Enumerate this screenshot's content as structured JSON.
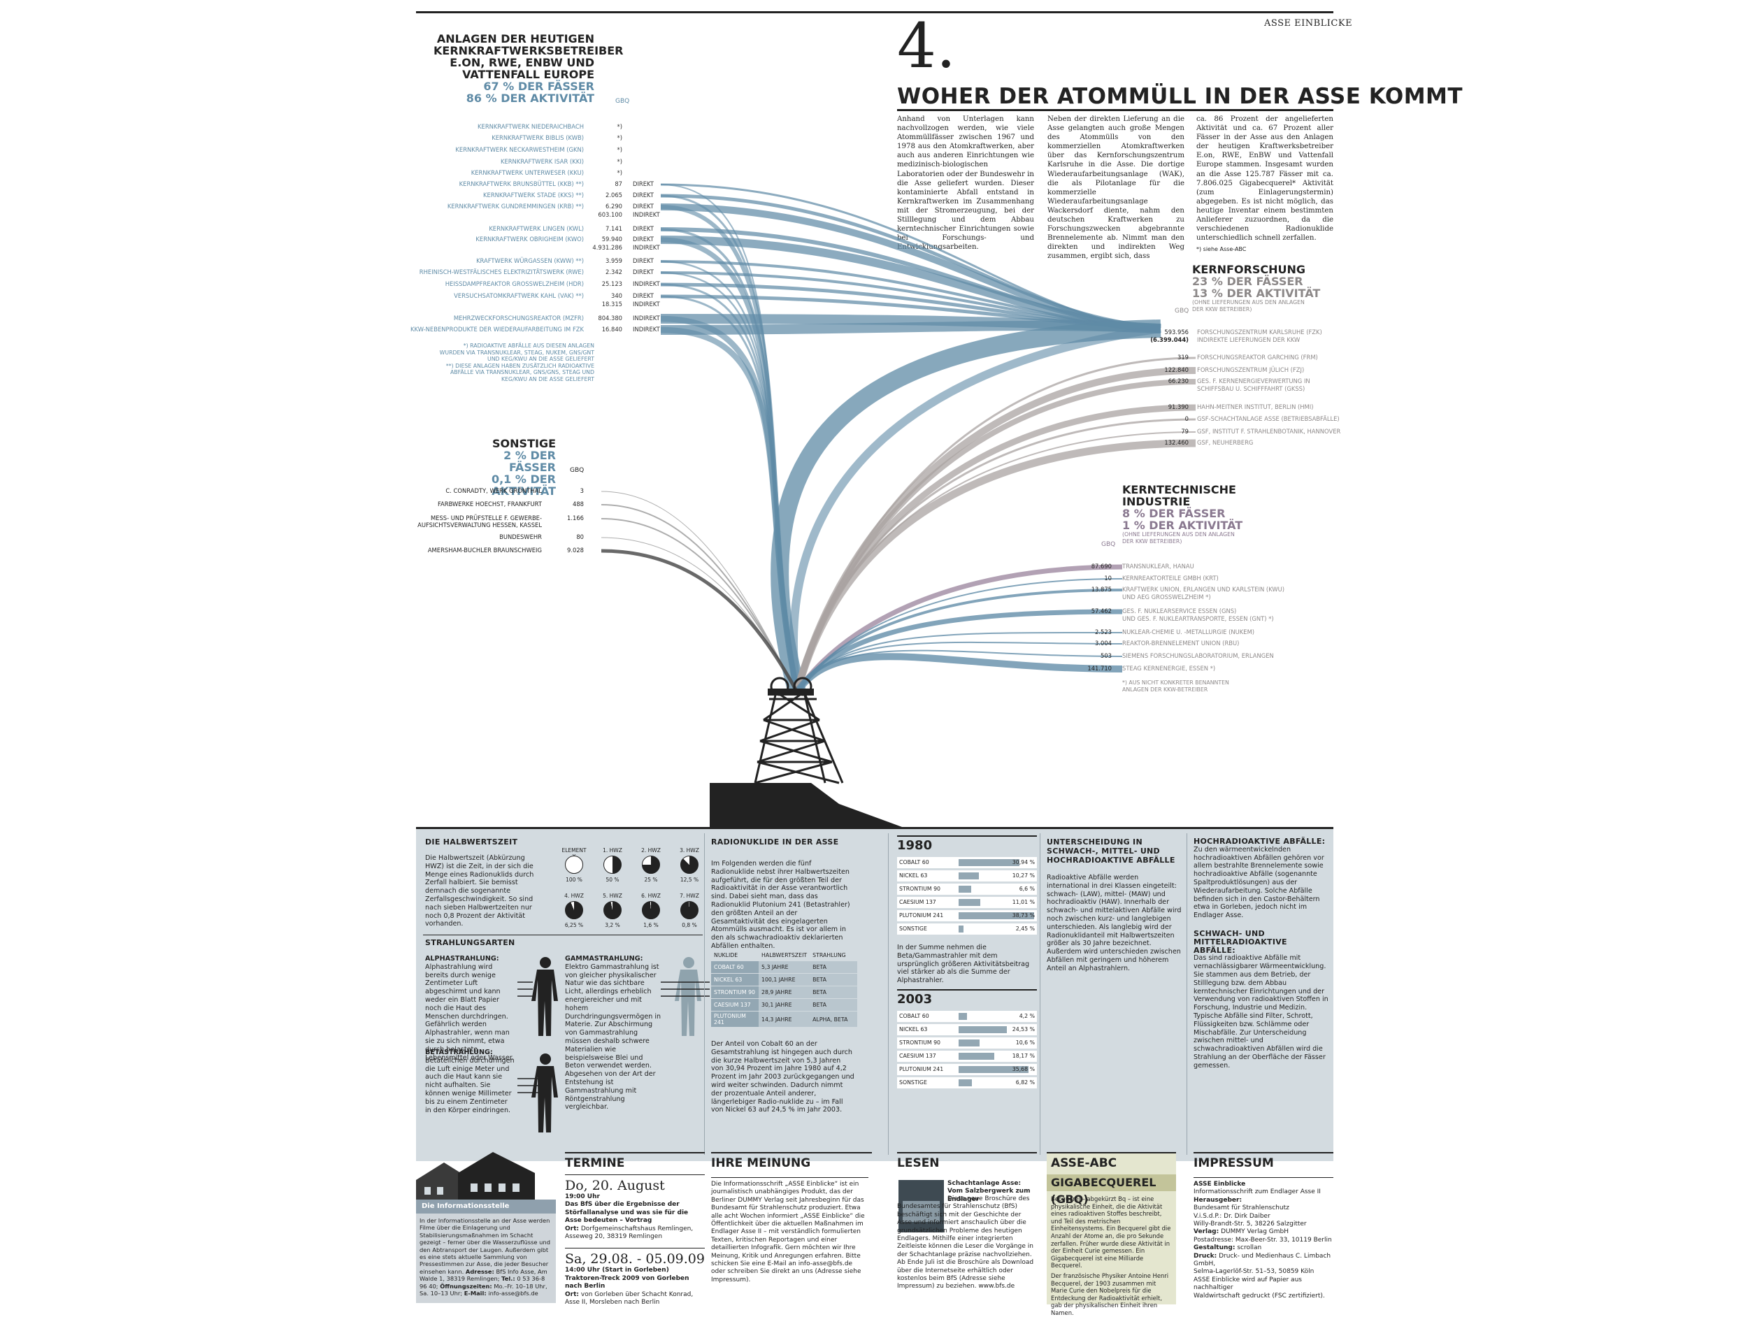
{
  "header": {
    "tag": "ASSE EINBLICKE",
    "number": "4.",
    "title": "WOHER DER ATOMMÜLL IN DER ASSE KOMMT"
  },
  "intro": {
    "col1": "Anhand von Unterlagen kann nachvollzogen werden, wie viele Atommüllfässer zwischen 1967 und 1978 aus den Atomkraftwerken, aber auch aus anderen Einrichtungen wie medizinisch-biologischen Laboratorien oder der Bundeswehr in die Asse geliefert wurden. Dieser kontaminierte Abfall entstand in Kernkraftwerken im Zusammenhang mit der Stromerzeugung, bei der Stilllegung und dem Abbau kerntechnischer Einrichtungen sowie bei Forschungs- und Entwicklungsarbeiten.",
    "col2": "Neben der direkten Lieferung an die Asse gelangten auch große Mengen des Atommülls von den kommerziellen Atomkraftwerken über das Kernforschungszentrum Karlsruhe in die Asse. Die dortige Wiederaufarbeitungsanlage (WAK), die als Pilotanlage für die kommerzielle Wiederaufarbeitungsanlage Wackersdorf diente, nahm den deutschen Kraftwerken zu Forschungszwecken abgebrannte Brennelemente ab. Nimmt man den direkten und indirekten Weg zusammen, ergibt sich, dass",
    "col3": "ca. 86 Prozent der angelieferten Aktivität und ca. 67 Prozent aller Fässer in der Asse aus den Anlagen der heutigen Kraftwerksbetreiber E.on, RWE, EnBW und Vattenfall Europe stammen. Insgesamt wurden an die Asse 125.787 Fässer mit ca. 7.806.025 Gigabecquerel* Aktivität (zum Einlagerungstermin) abgegeben. Es ist nicht möglich, das heutige Inventar einem bestimmten Anlieferer zuzuordnen, da die verschiedenen Radionuklide unterschiedlich schnell zerfallen.",
    "footnote": "*) siehe Asse-ABC"
  },
  "left_group": {
    "title_lines": [
      "ANLAGEN DER HEUTIGEN",
      "KERNKRAFTWERKSBETREIBER",
      "E.ON, RWE, ENBW UND",
      "VATTENFALL EUROPE"
    ],
    "stat1": "67 % DER FÄSSER",
    "stat2": "86 % DER AKTIVITÄT",
    "unit": "GBQ",
    "plants": [
      {
        "name": "KERNKRAFTWERK NIEDERAICHBACH",
        "value": "*)",
        "type": ""
      },
      {
        "name": "KERNKRAFTWERK BIBLIS (KWB)",
        "value": "*)",
        "type": ""
      },
      {
        "name": "KERNKRAFTWERK NECKARWESTHEIM (GKN)",
        "value": "*)",
        "type": ""
      },
      {
        "name": "KERNKRAFTWERK ISAR (KKI)",
        "value": "*)",
        "type": ""
      },
      {
        "name": "KERNKRAFTWERK UNTERWESER (KKU)",
        "value": "*)",
        "type": ""
      },
      {
        "name": "KERNKRAFTWERK BRUNSBÜTTEL (KKB) **)",
        "value": "87",
        "type": "DIREKT"
      },
      {
        "name": "KERNKRAFTWERK STADE (KKS) **)",
        "value": "2.065",
        "type": "DIREKT"
      },
      {
        "name": "KERNKRAFTWERK GUNDREMMINGEN (KRB) **)",
        "value": "6.290",
        "type": "DIREKT",
        "value2": "603.100",
        "type2": "INDIREKT"
      },
      {
        "name": "KERNKRAFTWERK LINGEN (KWL)",
        "value": "7.141",
        "type": "DIREKT"
      },
      {
        "name": "KERNKRAFTWERK OBRIGHEIM (KWO)",
        "value": "59.940",
        "type": "DIREKT",
        "value2": "4.931.286",
        "type2": "INDIREKT"
      },
      {
        "name": "KRAFTWERK WÜRGASSEN (KWW) **)",
        "value": "3.959",
        "type": "DIREKT"
      },
      {
        "name": "RHEINISCH-WESTFÄLISCHES ELEKTRIZITÄTSWERK (RWE)",
        "value": "2.342",
        "type": "DIREKT"
      },
      {
        "name": "HEISSDAMPFREAKTOR GROSSWELZHEIM (HDR)",
        "value": "25.123",
        "type": "INDIREKT"
      },
      {
        "name": "VERSUCHSATOMKRAFTWERK KAHL (VAK) **)",
        "value": "340",
        "type": "DIREKT",
        "value2": "18.315",
        "type2": "INDIREKT"
      },
      {
        "name": "MEHRZWECKFORSCHUNGSREAKTOR (MZFR)",
        "value": "804.380",
        "type": "INDIREKT"
      },
      {
        "name": "KKW-NEBENPRODUKTE DER WIEDERAUFARBEITUNG IM FZK",
        "value": "16.840",
        "type": "INDIREKT"
      }
    ],
    "note1": "*) RADIOAKTIVE ABFÄLLE AUS DIESEN ANLAGEN WURDEN VIA TRANSNUKLEAR, STEAG, NUKEM, GNS/GNT UND KEG/KWU AN DIE ASSE GELIEFERT",
    "note2": "**) DIESE ANLAGEN HABEN ZUSÄTZLICH RADIOAKTIVE ABFÄLLE VIA TRANSNUKLEAR, GNS/GNS, STEAG UND KEG/KWU AN DIE ASSE GELIEFERT"
  },
  "sonstige": {
    "title": "SONSTIGE",
    "stat1": "2 % DER FÄSSER",
    "stat2": "0,1 % DER AKTIVITÄT",
    "unit": "GBQ",
    "rows": [
      {
        "name": "C. CONRADTY, WERK GRÖNTHAL",
        "value": "3"
      },
      {
        "name": "FARBWERKE HOECHST, FRANKFURT",
        "value": "488"
      },
      {
        "name": "MESS- UND PRÜFSTELLE F. GEWERBE-",
        "name2": "AUFSICHTSVERWALTUNG HESSEN, KASSEL",
        "value": "1.166"
      },
      {
        "name": "BUNDESWEHR",
        "value": "80"
      },
      {
        "name": "AMERSHAM-BUCHLER BRAUNSCHWEIG",
        "value": "9.028"
      }
    ]
  },
  "kernforschung": {
    "title": "KERNFORSCHUNG",
    "stat1": "23 % DER FÄSSER",
    "stat2": "13 % DER AKTIVITÄT",
    "sub": "(OHNE LIEFERUNGEN AUS DEN ANLAGEN DER KKW BETREIBER)",
    "unit": "GBQ",
    "rows": [
      {
        "value": "593.956",
        "value2": "(6.399.044)",
        "name": "FORSCHUNGSZENTRUM KARLSRUHE (FZK)",
        "name2": "INDIREKTE LIEFERUNGEN DER KKW"
      },
      {
        "value": "319",
        "name": "FORSCHUNGSREAKTOR GARCHING (FRM)"
      },
      {
        "value": "122.840",
        "name": "FORSCHUNGSZENTRUM JÜLICH (FZJ)"
      },
      {
        "value": "66.230",
        "name": "GES. F. KERNENERGIEVERWERTUNG IN",
        "name2": "SCHIFFSBAU U. SCHIFFFAHRT (GKSS)"
      },
      {
        "value": "91.390",
        "name": "HAHN-MEITNER INSTITUT, BERLIN (HMI)"
      },
      {
        "value": "0",
        "name": "GSF-SCHACHTANLAGE ASSE (BETRIEBSABFÄLLE)"
      },
      {
        "value": "79",
        "name": "GSF, INSTITUT F. STRAHLENBOTANIK, HANNOVER"
      },
      {
        "value": "132.460",
        "name": "GSF, NEUHERBERG"
      }
    ]
  },
  "industrie": {
    "title1": "KERNTECHNISCHE",
    "title2": "INDUSTRIE",
    "stat1": "8 % DER FÄSSER",
    "stat2": "1 % DER AKTIVITÄT",
    "sub": "(OHNE LIEFERUNGEN AUS DEN ANLAGEN DER KKW BETREIBER)",
    "unit": "GBQ",
    "rows": [
      {
        "value": "87.690",
        "name": "TRANSNUKLEAR, HANAU"
      },
      {
        "value": "10",
        "name": "KERNREAKTORTEILE GMBH (KRT)"
      },
      {
        "value": "13.875",
        "name": "KRAFTWERK UNION, ERLANGEN UND KARLSTEIN (KWU)",
        "name2": "UND AEG GROSSWELZHEIM *)"
      },
      {
        "value": "57.462",
        "name": "GES. F. NUKLEARSERVICE ESSEN (GNS)",
        "name2": "UND GES. F. NUKLEARTRANSPORTE, ESSEN (GNT) *)"
      },
      {
        "value": "2.523",
        "name": "NUKLEAR-CHEMIE U. -METALLURGIE (NUKEM)"
      },
      {
        "value": "3.004",
        "name": "REAKTOR-BRENNELEMENT UNION (RBU)"
      },
      {
        "value": "503",
        "name": "SIEMENS FORSCHUNGSLABORATORIUM, ERLANGEN"
      },
      {
        "value": "141.710",
        "name": "STEAG KERNENERGIE, ESSEN *)"
      }
    ],
    "note": "*) AUS NICHT KONKRETER BENANNTEN ANLAGEN DER KKW-BETREIBER"
  },
  "halbwertszeit": {
    "title": "DIE HALBWERTSZEIT",
    "text": "Die Halbwertszeit (Abkürzung HWZ) ist die Zeit, in der sich die Menge eines Radionuklids durch Zerfall halbiert. Sie bemisst demnach die sogenannte Zerfallsgeschwindigkeit. So sind nach sieben Halbwertzeiten nur noch 0,8 Prozent der Aktivität vorhanden.",
    "pies": [
      {
        "label": "ELEMENT X",
        "pct": "100 %",
        "frac": 1.0
      },
      {
        "label": "1. HWZ",
        "pct": "50 %",
        "frac": 0.5
      },
      {
        "label": "2. HWZ",
        "pct": "25 %",
        "frac": 0.25
      },
      {
        "label": "3. HWZ",
        "pct": "12,5 %",
        "frac": 0.125
      },
      {
        "label": "4. HWZ",
        "pct": "6,25 %",
        "frac": 0.0625
      },
      {
        "label": "5. HWZ",
        "pct": "3,2 %",
        "frac": 0.032
      },
      {
        "label": "6. HWZ",
        "pct": "1,6 %",
        "frac": 0.016
      },
      {
        "label": "7. HWZ",
        "pct": "0,8 %",
        "frac": 0.008
      }
    ]
  },
  "strahlung": {
    "title": "STRAHLUNGSARTEN",
    "alpha_title": "ALPHASTRAHLUNG:",
    "alpha_text": "Alphastrahlung wird bereits durch wenige Zentimeter Luft abgeschirmt und kann weder ein Blatt Papier noch die Haut des Menschen durchdringen. Gefährlich werden Alphastrahler, wenn man sie zu sich nimmt, etwa durch belastete Lebensmittel oder Wasser.",
    "beta_title": "BETASTRAHLUNG:",
    "beta_text": "Betateilchen durchdringen die Luft einige Meter und auch die Haut kann sie nicht aufhalten. Sie können wenige Millimeter bis zu einem Zentimeter in den Körper eindringen.",
    "gamma_title": "GAMMASTRAHLUNG:",
    "gamma_text": "Elektro Gammastrahlung ist von gleicher physikalischer Natur wie das sichtbare Licht, allerdings erheblich energiereicher und mit hohem Durchdringungsvermögen in Materie. Zur Abschirmung von Gammastrahlung müssen deshalb schwere Materialien wie beispielsweise Blei und Beton verwendet werden. Abgesehen von der Art der Entstehung ist Gammastrahlung mit Röntgenstrahlung vergleichbar."
  },
  "radionuklide": {
    "title": "RADIONUKLIDE IN DER ASSE",
    "text1": "Im Folgenden werden die fünf Radionuklide nebst ihrer Halbwertszeiten aufgeführt, die für den größten Teil der Radioaktivität in der Asse verantwortlich sind. Dabei sieht man, dass das Radionuklid Plutonium 241 (Betastrahler) den größten Anteil an der Gesamtaktivität des eingelagerten Atommülls ausmacht. Es ist vor allem in den als schwachradioaktiv deklarierten Abfällen enthalten.",
    "headers": [
      "NUKLIDE",
      "HALBWERTSZEIT",
      "STRAHLUNG"
    ],
    "rows": [
      [
        "COBALT 60",
        "5,3 JAHRE",
        "BETA"
      ],
      [
        "NICKEL 63",
        "100,1 JAHRE",
        "BETA"
      ],
      [
        "STRONTIUM 90",
        "28,9 JAHRE",
        "BETA"
      ],
      [
        "CAESIUM 137",
        "30,1 JAHRE",
        "BETA"
      ],
      [
        "PLUTONIUM 241",
        "14,3 JAHRE",
        "ALPHA, BETA"
      ]
    ],
    "text2": "Der Anteil von Cobalt 60 an der Gesamtstrahlung ist hingegen auch durch die kurze Halbwertszeit von 5,3 Jahren von 30,94 Prozent im Jahre 1980 auf 4,2 Prozent im Jahr 2003 zurückgegangen und wird weiter schwinden. Dadurch nimmt der prozentuale Anteil anderer, längerlebiger Radio-nuklide zu – im Fall von Nickel 63 auf 24,5 % im Jahr 2003."
  },
  "chart_data": [
    {
      "type": "bar",
      "title": "1980",
      "categories": [
        "COBALT 60",
        "NICKEL 63",
        "STRONTIUM 90",
        "CAESIUM 137",
        "PLUTONIUM 241",
        "SONSTIGE"
      ],
      "values": [
        30.94,
        10.27,
        6.6,
        11.01,
        38.73,
        2.45
      ],
      "labels": [
        "30,94 %",
        "10,27 %",
        "6,6 %",
        "11,01 %",
        "38,73 %",
        "2,45 %"
      ],
      "ylim": [
        0,
        40
      ]
    },
    {
      "type": "bar",
      "title": "2003",
      "categories": [
        "COBALT 60",
        "NICKEL 63",
        "STRONTIUM 90",
        "CAESIUM 137",
        "PLUTONIUM 241",
        "SONSTIGE"
      ],
      "values": [
        4.2,
        24.53,
        10.6,
        18.17,
        35.68,
        6.82
      ],
      "labels": [
        "4,2 %",
        "24,53 %",
        "10,6 %",
        "18,17 %",
        "35,68 %",
        "6,82 %"
      ],
      "ylim": [
        0,
        40
      ]
    }
  ],
  "chart_note": "In der Summe nehmen die Beta/Gammastrahler mit dem ursprünglich größeren Aktivitätsbeitrag viel stärker ab als die Summe der Alphastrahler.",
  "unterscheidung": {
    "title": "UNTERSCHEIDUNG IN SCHWACH-, MITTEL- UND HOCHRADIOAKTIVE ABFÄLLE",
    "text": "Radioaktive Abfälle werden international in drei Klassen eingeteilt: schwach- (LAW), mittel- (MAW) und hochradioaktiv (HAW). Innerhalb der schwach- und mittelaktiven Abfälle wird noch zwischen kurz- und langlebigen unterschieden. Als langlebig wird der Radionuklidanteil mit Halbwertszeiten größer als 30 Jahre bezeichnet. Außerdem wird unterschieden zwischen Abfällen mit geringem und höherem Anteil an Alphastrahlern."
  },
  "hochradio": {
    "title": "HOCHRADIOAKTIVE ABFÄLLE:",
    "text": "Zu den wärmeentwickelnden hochradioaktiven Abfällen gehören vor allem bestrahlte Brennelemente sowie hochradioaktive Abfälle (sogenannte Spaltproduktlösungen) aus der Wiederaufarbeitung. Solche Abfälle befinden sich in den Castor-Behältern etwa in Gorleben, jedoch nicht im Endlager Asse.",
    "title2": "SCHWACH- UND MITTELRADIOAKTIVE ABFÄLLE:",
    "text2": "Das sind radioaktive Abfälle mit vernachlässigbarer Wärmeentwicklung. Sie stammen aus dem Betrieb, der Stilllegung bzw. dem Abbau kerntechnischer Einrichtungen und der Verwendung von radioaktiven Stoffen in Forschung, Industrie und Medizin. Typische Abfälle sind Filter, Schrott, Flüssigkeiten bzw. Schlämme oder Mischabfälle. Zur Unterscheidung zwischen mittel- und schwachradioaktiven Abfällen wird die Strahlung an der Oberfläche der Fässer gemessen."
  },
  "infostelle": {
    "label": "Die Informationsstelle",
    "text": "In der Informationsstelle an der Asse werden Filme über die Einlagerung und Stabilisierungsmaßnahmen im Schacht gezeigt – ferner über die Wasserzuflüsse und den Abtransport der Laugen. Außerdem gibt es eine stets aktuelle Sammlung von Pressestimmen zur Asse, die jeder Besucher einsehen kann.",
    "address_label": "Adresse:",
    "address": "BfS Info Asse, Am Walde 1, 38319 Remlingen;",
    "tel_label": "Tel.:",
    "tel": "0 53 36-8 96 40;",
    "hours_label": "Öffnungszeiten:",
    "hours": "Mo.–Fr. 10–18 Uhr, Sa. 10–13 Uhr;",
    "email_label": "E-Mail:",
    "email": "info-asse@bfs.de"
  },
  "termine": {
    "title": "TERMINE",
    "date1": "Do, 20. August",
    "time1": "19:00 Uhr",
    "event1": "Das BfS über die Ergebnisse der Störfallanalyse und was sie für die Asse bedeuten – Vortrag",
    "place1_label": "Ort:",
    "place1": "Dorfgemeinschaftshaus Remlingen, Asseweg 20, 38319 Remlingen",
    "date2": "Sa, 29.08. - 05.09.09",
    "time2": "14:00 Uhr (Start in Gorleben)",
    "event2": "Traktoren-Treck 2009 von Gorleben nach Berlin",
    "place2_label": "Ort:",
    "place2": "von Gorleben über Schacht Konrad, Asse II, Morsleben nach Berlin"
  },
  "meinung": {
    "title": "IHRE MEINUNG",
    "text": "Die Informationsschrift „ASSE Einblicke“ ist ein journalistisch unabhängiges Produkt, das der Berliner DUMMY Verlag seit Jahresbeginn für das Bundesamt für Strahlenschutz produziert. Etwa alle acht Wochen informiert „ASSE Einblicke“ die Öffentlichkeit über die aktuellen Maßnahmen im Endlager Asse II – mit verständlich formulierten Texten, kritischen Reportagen und einer detaillierten Infografik. Gern möchten wir Ihre Meinung, Kritik und Anregungen erfahren. Bitte schicken Sie eine E-Mail an info-asse@bfs.de oder schreiben Sie direkt an uns (Adresse siehe Impressum)."
  },
  "lesen": {
    "title": "LESEN",
    "book_title": "Schachtanlage Asse: Vom Salzbergwerk zum Endlager",
    "text": "Diese neue Broschüre des Bundesamtes für Strahlenschutz (BfS) beschäftigt sich mit der Geschichte der Asse und informiert anschaulich über die grundsätzlichen Probleme des heutigen Endlagers. Mithilfe einer integrierten Zeitleiste können die Leser die Vorgänge in der Schachtanlage präzise nachvollziehen. Ab Ende Juli ist die Broschüre als Download über die Internetseite erhältlich oder kostenlos beim BfS (Adresse siehe Impressum) zu beziehen. www.bfs.de"
  },
  "abc": {
    "title": "ASSE-ABC",
    "term": "GIGABECQUEREL (GBQ)",
    "text1": "Becquerel – abgekürzt Bq – ist eine physikalische Einheit, die die Aktivität eines radioaktiven Stoffes beschreibt, und Teil des metrischen Einheitensystems. Ein Becquerel gibt die Anzahl der Atome an, die pro Sekunde zerfallen. Früher wurde diese Aktivität in der Einheit Curie gemessen. Ein Gigabecquerel ist eine Milliarde Becquerel.",
    "text2": "Der französische Physiker Antoine Henri Becquerel, der 1903 zusammen mit Marie Curie den Nobelpreis für die Entdeckung der Radioaktivität erhielt, gab der physikalischen Einheit ihren Namen."
  },
  "impressum": {
    "title": "IMPRESSUM",
    "lines": [
      {
        "b": "ASSE Einblicke",
        "t": ""
      },
      {
        "b": "",
        "t": "Informationsschrift zum Endlager Asse II"
      },
      {
        "b": "Herausgeber:",
        "t": ""
      },
      {
        "b": "",
        "t": "Bundesamt für Strahlenschutz"
      },
      {
        "b": "",
        "t": "V.i.S.d.P.: Dr. Dirk Daiber"
      },
      {
        "b": "",
        "t": "Willy-Brandt-Str. 5, 38226 Salzgitter"
      },
      {
        "b": "Verlag:",
        "t": " DUMMY Verlag GmbH"
      },
      {
        "b": "",
        "t": "Postadresse: Max-Beer-Str. 33, 10119 Berlin"
      },
      {
        "b": "Gestaltung:",
        "t": " scrollan"
      },
      {
        "b": "Druck:",
        "t": " Druck- und Medienhaus C. Limbach GmbH,"
      },
      {
        "b": "",
        "t": "Selma-Lagerlöf-Str. 51–53, 50859 Köln"
      },
      {
        "b": "",
        "t": "ASSE Einblicke wird auf Papier aus nachhaltiger"
      },
      {
        "b": "",
        "t": "Waldwirtschaft gedruckt (FSC zertifiziert)."
      }
    ]
  },
  "colors": {
    "blue": "#5f8ba6",
    "grey": "#aaa3a2",
    "purple": "#9c879f",
    "panel": "#d3dbe0",
    "dark": "#222222"
  }
}
